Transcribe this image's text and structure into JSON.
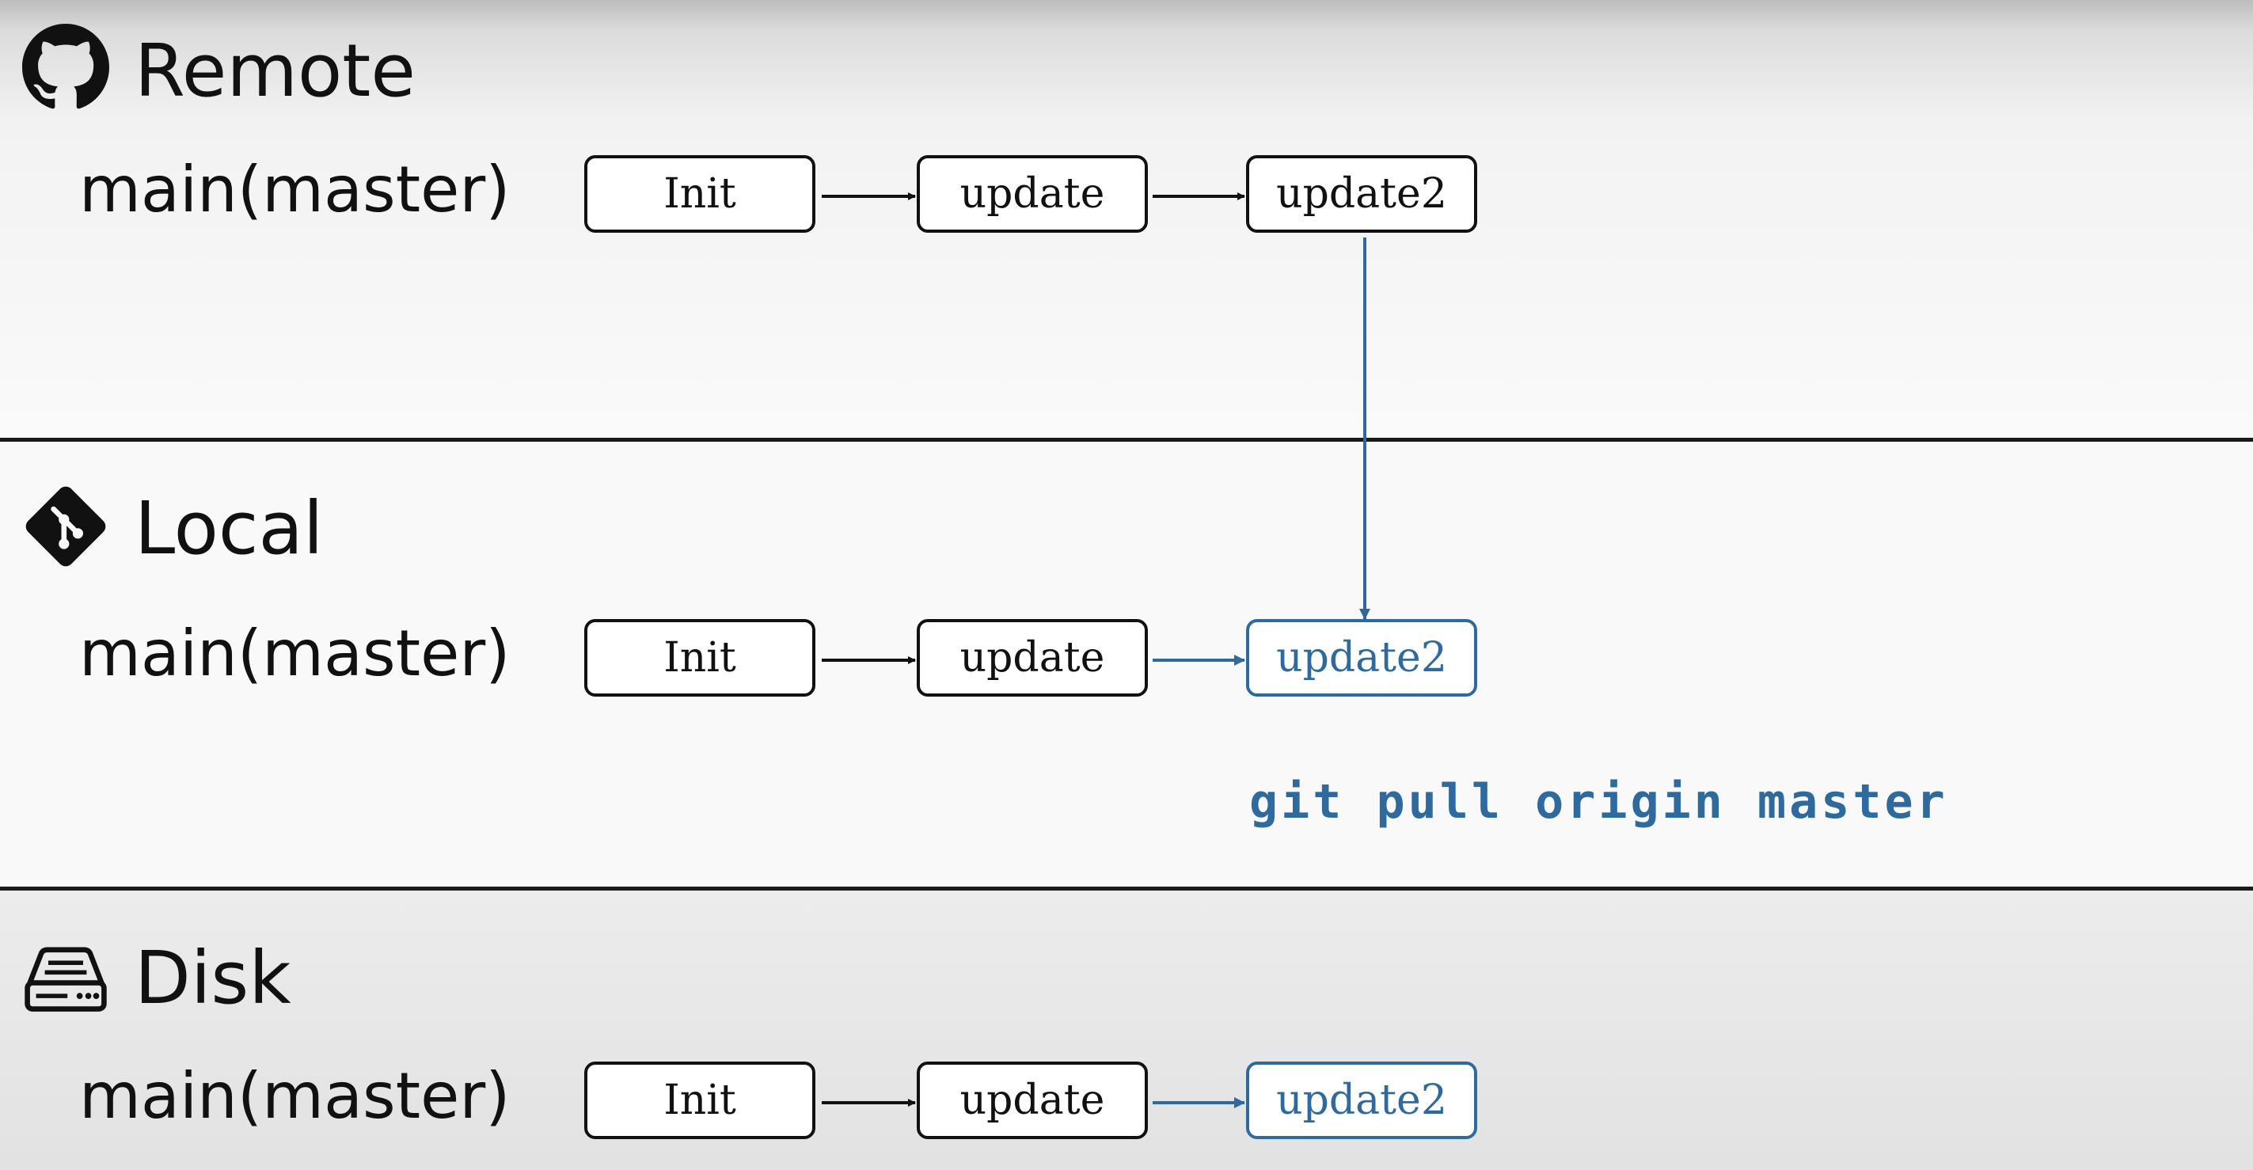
{
  "sections": {
    "remote": {
      "title": "Remote",
      "icon": "github-icon",
      "branch": "main(master)",
      "commits": [
        "Init",
        "update",
        "update2"
      ]
    },
    "local": {
      "title": "Local",
      "icon": "git-icon",
      "branch": "main(master)",
      "commits": [
        "Init",
        "update",
        "update2"
      ]
    },
    "disk": {
      "title": "Disk",
      "icon": "hard-drive-icon",
      "branch": "main(master)",
      "commits": [
        "Init",
        "update",
        "update2"
      ]
    }
  },
  "command": "git pull origin master",
  "colors": {
    "accent": "#2e6a9e",
    "ink": "#111111"
  }
}
